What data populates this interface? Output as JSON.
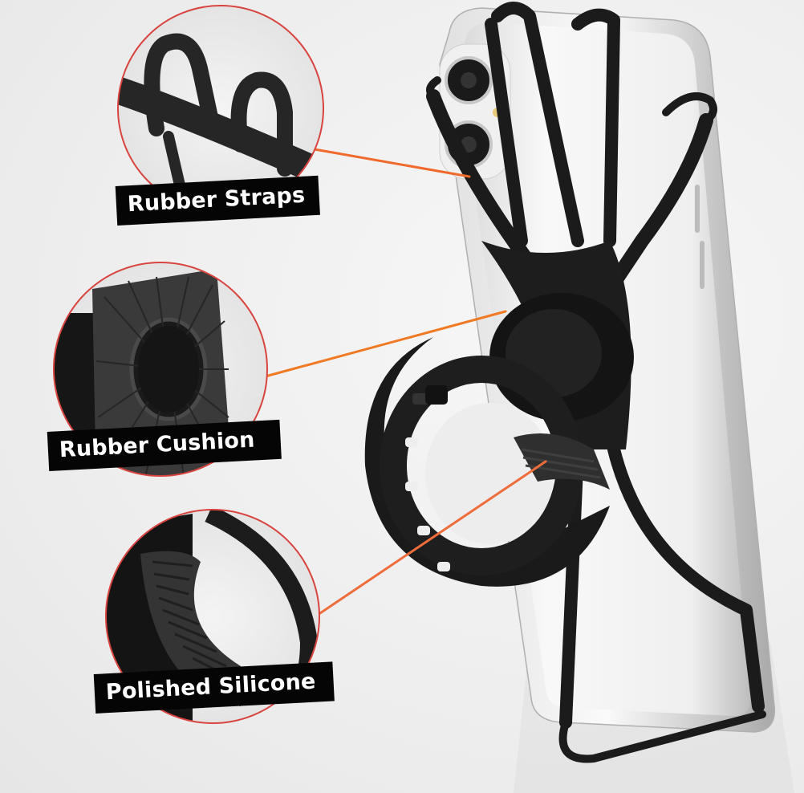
{
  "image": {
    "subject": "Bike phone mount with silicone strap holder on a smartphone",
    "background_color": "#f2f2f2",
    "callout_line_colors": [
      "#e8474b",
      "#f08a1c"
    ],
    "circle_border_color": "#d8443f"
  },
  "callouts": [
    {
      "label": "Rubber Straps",
      "icon": "strap-detail-icon"
    },
    {
      "label": "Rubber Cushion",
      "icon": "cushion-detail-icon"
    },
    {
      "label": "Polished Silicone",
      "icon": "silicone-detail-icon"
    }
  ]
}
